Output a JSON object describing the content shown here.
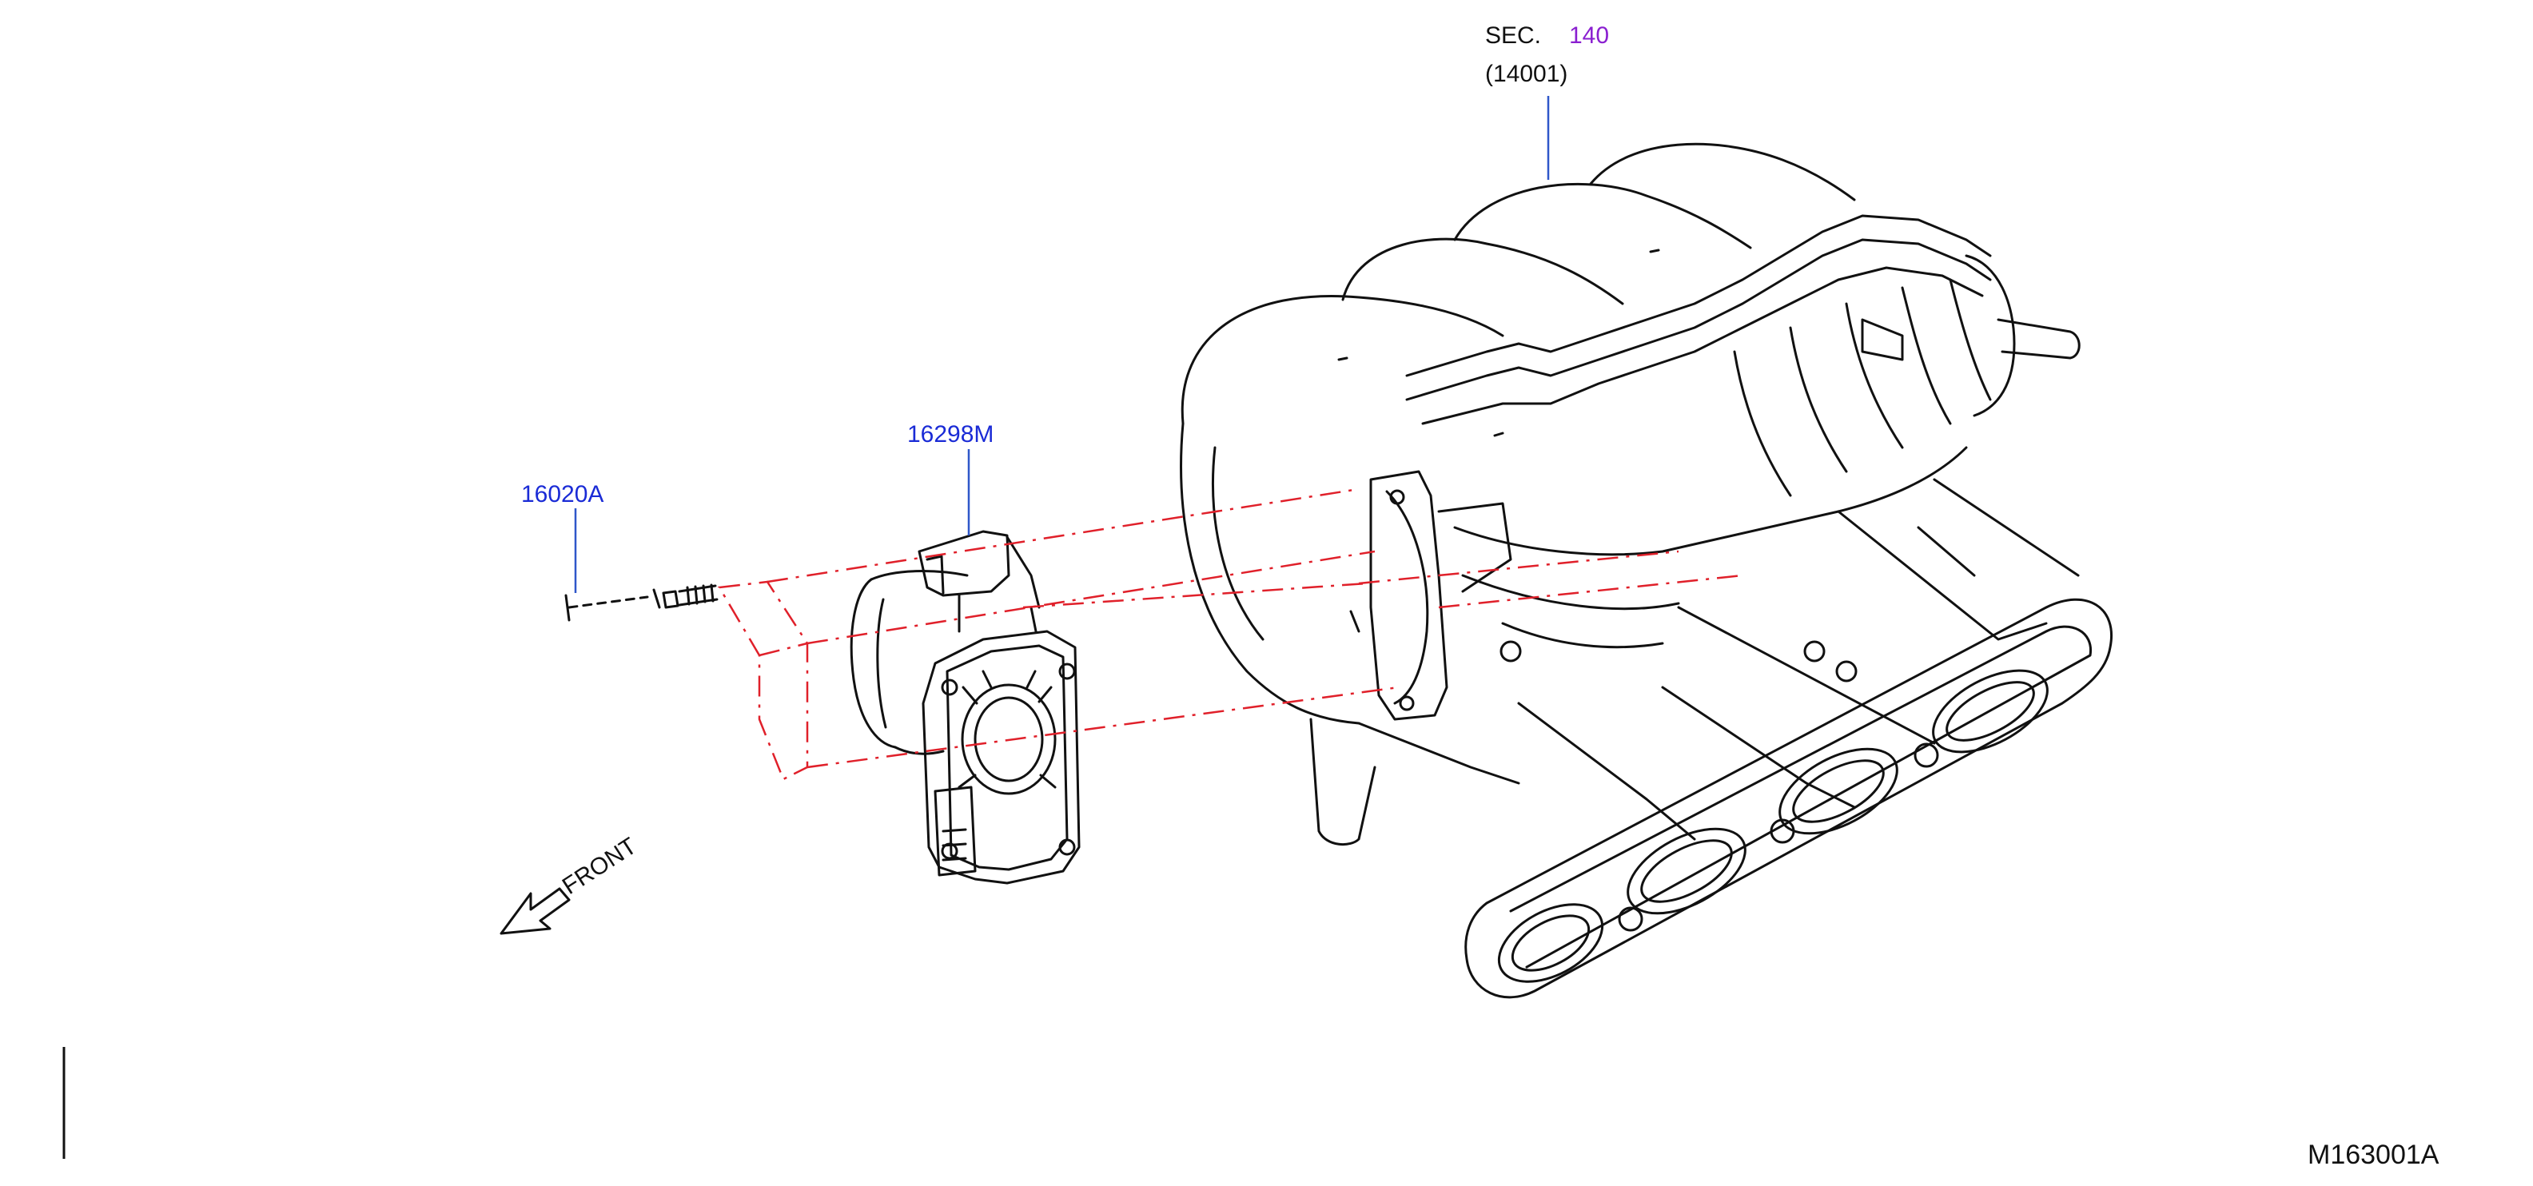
{
  "diagram": {
    "drawing_id": "M163001A",
    "section": {
      "prefix": "SEC.",
      "number": "140",
      "part": "(14001)"
    },
    "callouts": [
      {
        "id": "throttle-body",
        "label": "16298M"
      },
      {
        "id": "bolt",
        "label": "16020A"
      }
    ],
    "front_indicator": "FRONT",
    "colors": {
      "line": "#111111",
      "callout": "#1a2bd6",
      "section_link": "#8a1fd0",
      "leader": "#2f57c9",
      "phantom": "#e0202a"
    }
  }
}
